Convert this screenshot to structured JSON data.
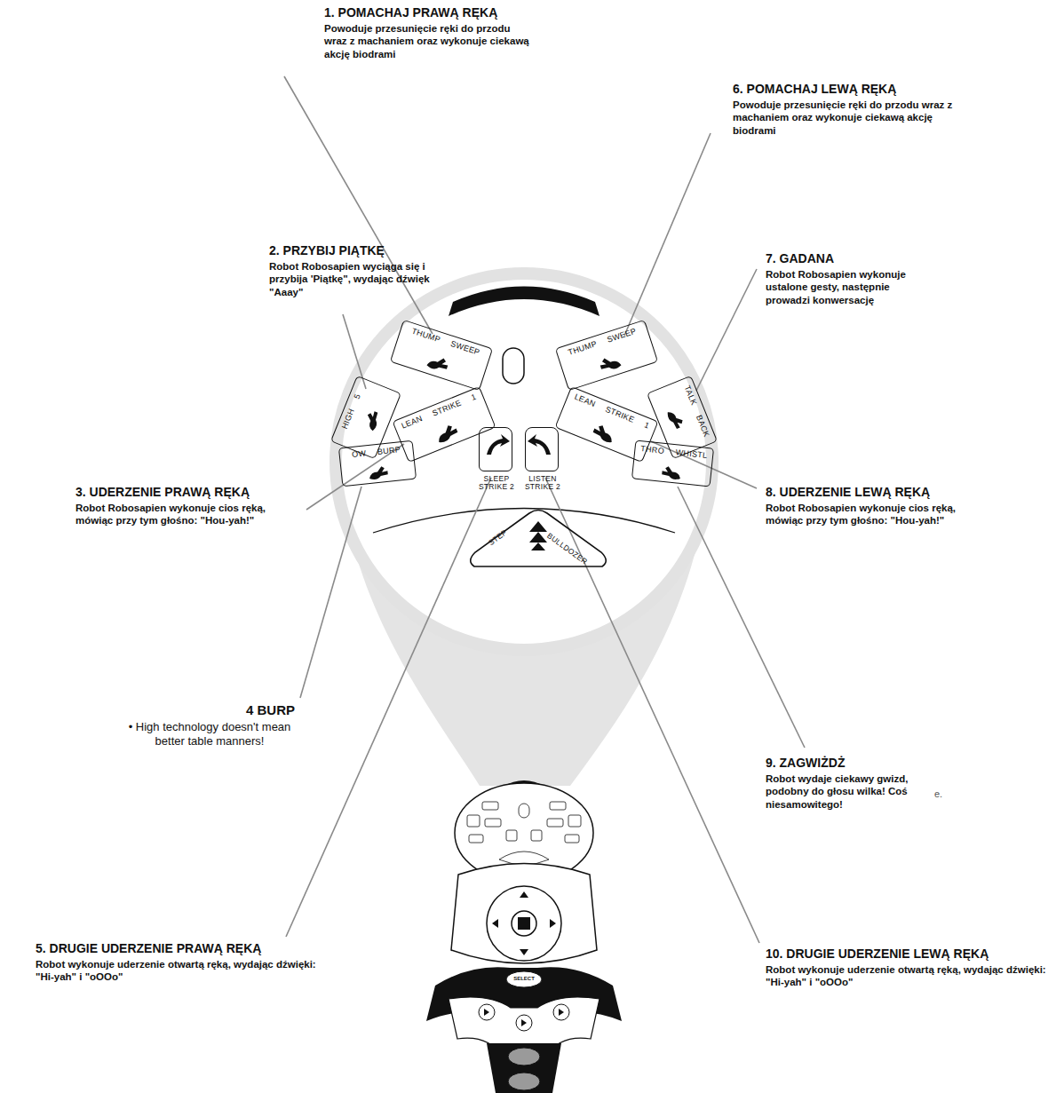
{
  "diagram": {
    "nodes": [
      {
        "text": [
          "THUMP SWEEP"
        ]
      },
      {
        "text": [
          "THUMP SWEEP"
        ]
      },
      {
        "text": [
          "HIGH 5"
        ]
      },
      {
        "text": [
          "TALK BACK"
        ]
      },
      {
        "text": [
          "LEAN STRIKE 1"
        ]
      },
      {
        "text": [
          "LEAN STRIKE 1"
        ]
      },
      {
        "text": [
          "OW BURP"
        ]
      },
      {
        "text": [
          "THRO WHISTL"
        ]
      },
      {
        "text": [
          "SLEEP STRIKE 2"
        ]
      },
      {
        "text": [
          "LISTEN STRIKE 2"
        ]
      },
      {
        "text": [
          "STEP",
          "BULLDOZER"
        ]
      }
    ],
    "labels": [
      "1. POMACHAJ PRAWĄ RĘKĄ",
      "Powoduje przesunięcie ręki do przodu wraz z machaniem oraz wykonuje ciekawą akcję biodrami",
      "6. POMACHAJ LEWĄ RĘKĄ",
      "Powoduje przesunięcie ręki do przodu wraz z machaniem oraz wykonuje ciekawą akcję biodrami",
      "2. PRZYBIJ PIĄTKĘ",
      "Robot Robosapien wyciąga się i przybija 'Piątkę\", wydając dźwięk \"Aaay\"",
      "7. GADANA",
      "Robot Robosapien wykonuje ustalone gesty, następnie prowadzi konwersację",
      "3. UDERZENIE PRAWĄ RĘKĄ",
      "Robot Robosapien wykonuje cios ręką, mówiąc przy tym głośno: \"Hou-yah!\"",
      "8. UDERZENIE LEWĄ RĘKĄ",
      "Robot Robosapien wykonuje cios ręką, mówiąc przy tym głośno: \"Hou-yah!\"",
      "4 BURP",
      "• High technology doesn't mean better table manners!",
      "9. ZAGWIŻDŻ",
      "Robot wydaje ciekawy gwizd, podobny do głosu wilka! Coś niesamowitego!",
      "e.",
      "5. DRUGIE UDERZENIE PRAWĄ RĘKĄ",
      "Robot wykonuje uderzenie otwartą ręką, wydając dźwięki: \"Hi-yah\" i \"oOOo\"",
      "10. DRUGIE UDERZENIE LEWĄ RĘKĄ",
      "Robot wykonuje uderzenie otwartą ręką, wydając dźwięki: \"Hi-yah\" i \"oOOo\"",
      "SELECT"
    ]
  }
}
